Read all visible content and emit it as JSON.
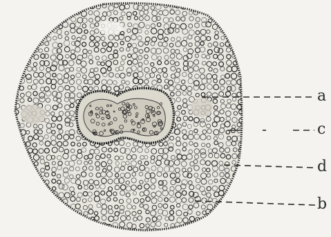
{
  "figure": {
    "colors": {
      "background": "#f4f3ef",
      "ink": "#2a2a2a",
      "ink_light": "#6b6b6b"
    },
    "labels": {
      "a": "a",
      "b": "b",
      "c": "c",
      "d": "d"
    }
  }
}
